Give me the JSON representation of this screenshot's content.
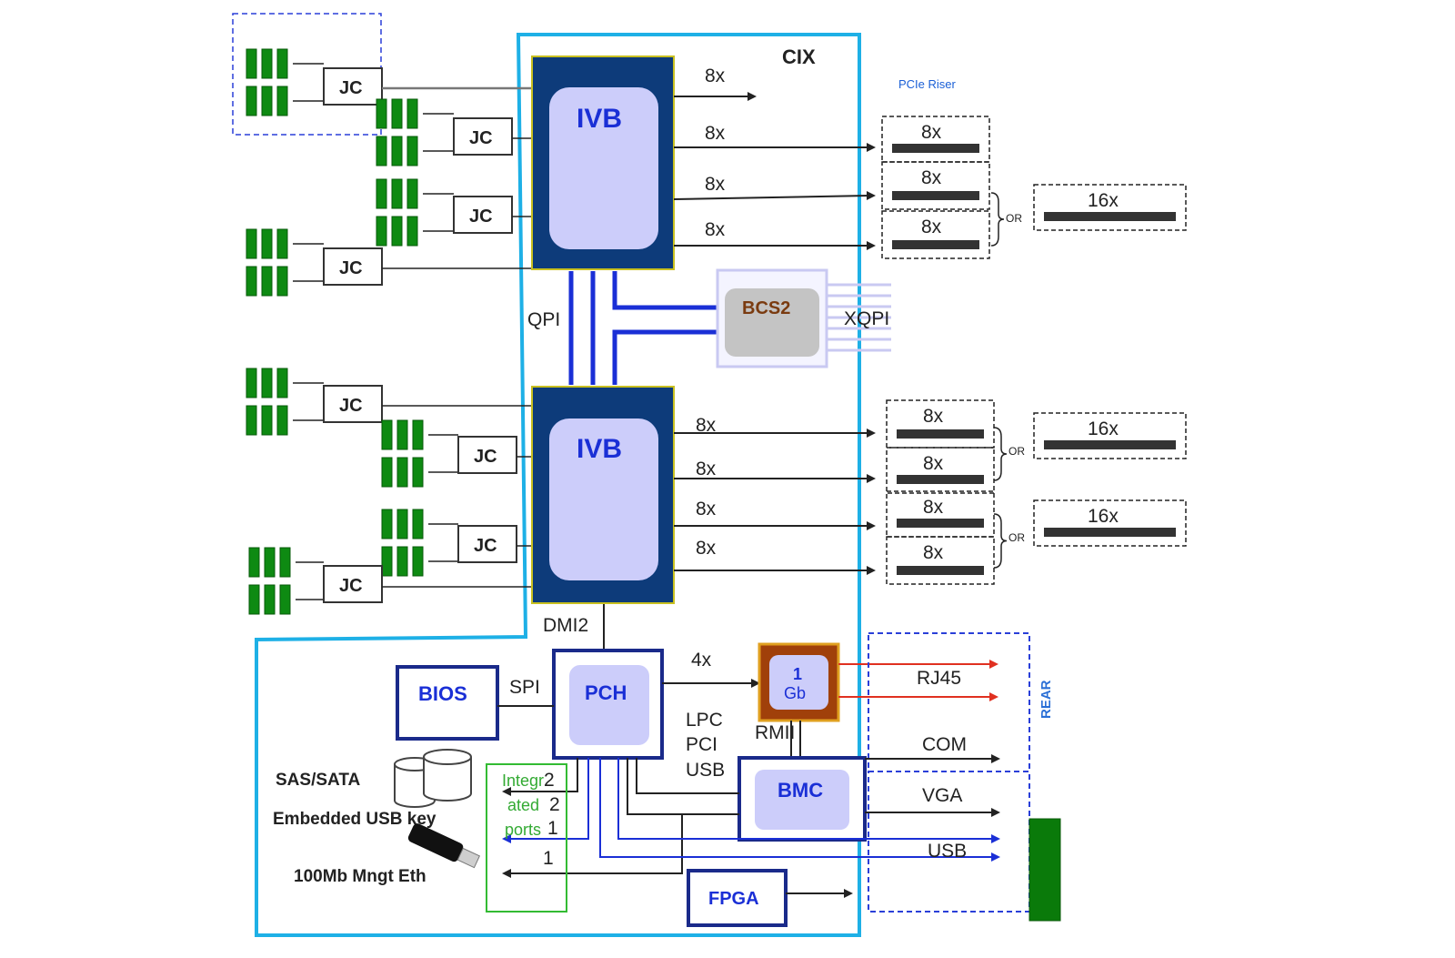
{
  "colors": {
    "cix_border": "#1eb0e6",
    "cpu_outer": "#0d3b7a",
    "cpu_inner": "#cccdfa",
    "cpu_text": "#1a2fd6",
    "qpi_lines": "#1a2fd6",
    "dimm": "#0e8a12",
    "nic_border": "#e0a020",
    "nic_fill": "#a0400a",
    "red_lines": "#e03020",
    "integrated_border": "#33bb33",
    "rear_dash": "#2a3fd8",
    "rear_text": "#2a6fd6"
  },
  "labels": {
    "cix": "CIX",
    "ivb_top": "IVB",
    "ivb_bottom": "IVB",
    "qpi": "QPI",
    "xqpi": "XQPI",
    "bcs2": "BCS2",
    "pcie_riser": "PCIe Riser",
    "dmi2": "DMI2",
    "pch": "PCH",
    "bios": "BIOS",
    "spi": "SPI",
    "lane_4x": "4x",
    "nic_line1": "1",
    "nic_line2": "Gb",
    "rj45": "RJ45",
    "rmii": "RMII",
    "lpc": "LPC",
    "pci": "PCI",
    "usb_mid": "USB",
    "bmc": "BMC",
    "com": "COM",
    "vga": "VGA",
    "usb_rear": "USB",
    "rear": "REAR",
    "fpga": "FPGA",
    "sas_sata": "SAS/SATA",
    "embedded_usb": "Embedded USB key",
    "mngt_eth": "100Mb Mngt Eth",
    "integrated_1": "Integr",
    "integrated_2": "ated",
    "integrated_3": "ports",
    "port_2a": "2",
    "port_2b": "2",
    "port_1a": "1",
    "port_1b": "1",
    "or": "OR",
    "jc": "JC",
    "lane_8x": "8x",
    "lane_16x": "16x"
  }
}
